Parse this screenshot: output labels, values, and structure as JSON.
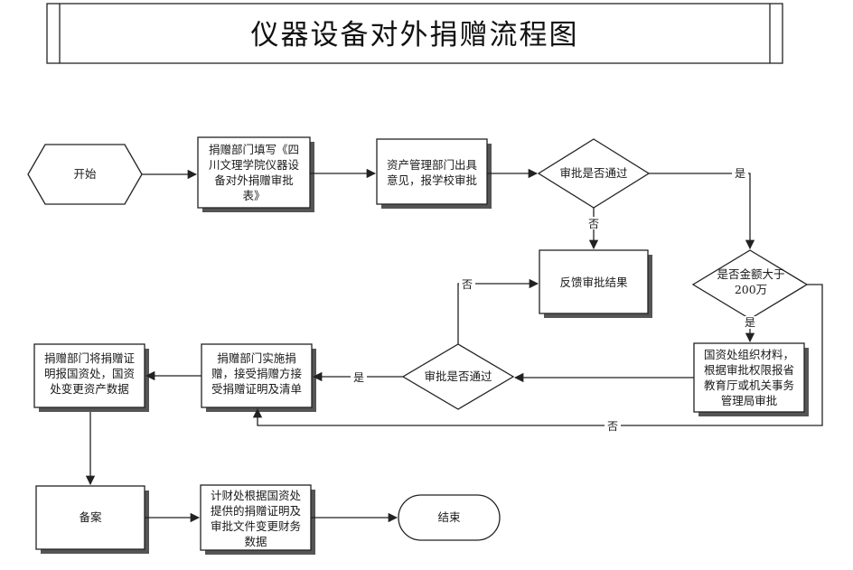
{
  "title": "仪器设备对外捐赠流程图",
  "nodes": {
    "start": "开始",
    "fill_form": [
      "捐赠部门填写《四",
      "川文理学院仪器设",
      "备对外捐赠审批",
      "表》"
    ],
    "asset_opinion": [
      "资产管理部门出具",
      "意见，报学校审批"
    ],
    "approval1": "审批是否通过",
    "feedback": "反馈审批结果",
    "amount_check": [
      "是否金额大于",
      "200万"
    ],
    "provincial": [
      "国资处组织材料，",
      "根据审批权限报省",
      "教育厅或机关事务",
      "管理局审批"
    ],
    "approval2": "审批是否通过",
    "implement": [
      "捐赠部门实施捐",
      "赠，接受捐赠方接",
      "受捐赠证明及清单"
    ],
    "report": [
      "捐赠部门将捐赠证",
      "明报国资处，国资",
      "处变更资产数据"
    ],
    "archive": "备案",
    "finance": [
      "计财处根据国资处",
      "提供的捐赠证明及",
      "审批文件变更财务",
      "数据"
    ],
    "end": "结束"
  },
  "edge_labels": {
    "yes1": "是",
    "no1": "否",
    "yes2": "是",
    "no2": "否",
    "yes3": "是",
    "no3": "否"
  },
  "colors": {
    "line": "#222222",
    "shadow": "#555555",
    "fill": "#ffffff"
  }
}
